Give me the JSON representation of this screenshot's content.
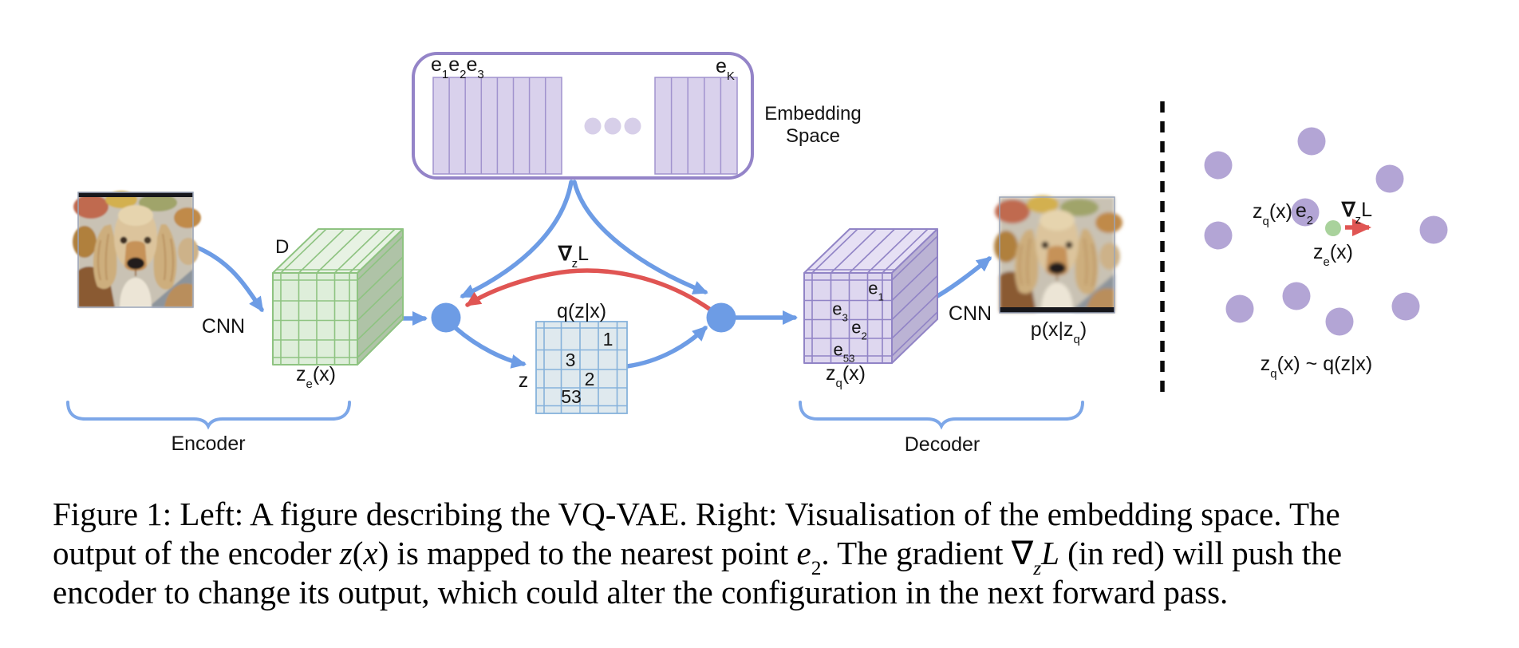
{
  "figure": {
    "left_panel": {
      "encoder_cnn_label": "CNN",
      "depth_label": "D",
      "encoder_output_label_html": "z<sub>e</sub>(x)",
      "embedding_space": {
        "label_html": "Embedding<br>Space",
        "first_codes_html": "e<sub>1</sub>e<sub>2</sub>e<sub>3</sub>",
        "last_code_html": "e<sub>K</sub>"
      },
      "gradient_label_html": "<b>&#8711;</b><sub>z</sub>L",
      "posterior_grid": {
        "title_html": "q(z|x)",
        "z_label": "z",
        "cell_values": [
          "1",
          "3",
          "2",
          "53"
        ]
      },
      "quantized_cube": {
        "label_html": "z<sub>q</sub>(x)",
        "code_labels_html": [
          "e<sub>1</sub>",
          "e<sub>3</sub>",
          "e<sub>2</sub>",
          "e<sub>53</sub>"
        ]
      },
      "decoder_cnn_label": "CNN",
      "decoder_output_label_html": "p(x|z<sub>q</sub>)",
      "encoder_brace_label": "Encoder",
      "decoder_brace_label": "Decoder"
    },
    "right_panel": {
      "zq_label_html": "z<sub>q</sub>(x)",
      "e2_label_html": "e<sub>2</sub>",
      "gradient_label_html": "<b>&#8711;</b><sub>z</sub>L",
      "ze_label_html": "z<sub>e</sub>(x)",
      "distribution_label_html": "z<sub>q</sub>(x) ~ q(z|x)"
    },
    "colors": {
      "arrow_blue": "#6d9ce5",
      "gradient_red": "#e05553",
      "embedding_border_purple": "#9484c8",
      "embedding_fill_purple": "#d9d1ec",
      "codebook_dot_purple": "#b3a5d5",
      "encoder_point_green": "#a9d29c",
      "green_cube_fill": "#deeeda",
      "purple_cube_fill": "#ded7ef",
      "grid_fill": "#dfe9ee"
    }
  },
  "caption": {
    "lines_html": [
      "Figure 1: Left: A figure describing the VQ-VAE. Right: Visualisation of the embedding space. The",
      "output of the encoder <i>z</i>(<i>x</i>) is mapped to the nearest point <i>e</i><sub>2</sub>. The gradient &#8711;<sub><i>z</i></sub><i>L</i> (in red) will push the",
      "encoder to change its output, which could alter the configuration in the next forward pass."
    ]
  }
}
